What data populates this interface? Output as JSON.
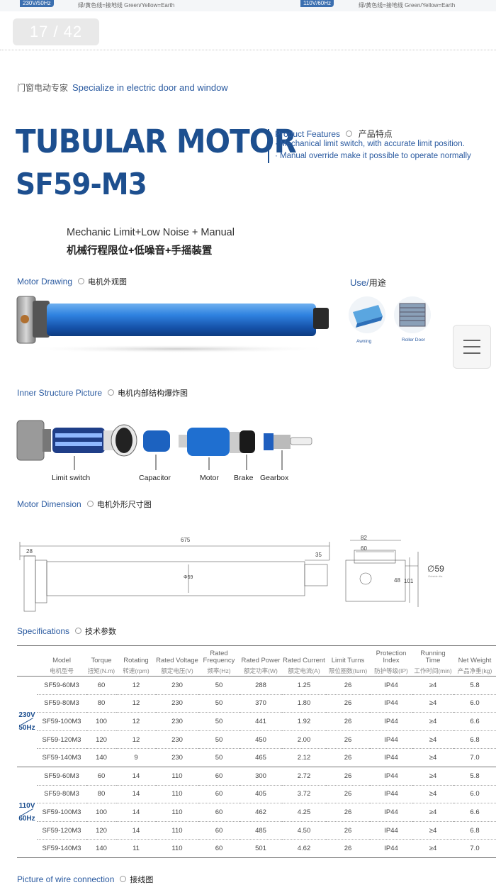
{
  "top": {
    "badge_left": "230V/50Hz",
    "note_left": "绿/黄色线=接地线 Green/Yellow=Earth",
    "badge_right": "110V/60Hz",
    "note_right": "绿/黄色线=接地线 Green/Yellow=Earth"
  },
  "viewer": {
    "page_counter": "17 / 42"
  },
  "header": {
    "slogan_zh": "门窗电动专家",
    "slogan_en": "Specialize in electric door and window"
  },
  "product": {
    "title": "TUBULAR MOTOR",
    "model": "SF59-M3",
    "features_heading_en": "Product Features",
    "features_heading_zh": "产品特点",
    "features": [
      "· Mechanical limit switch, with accurate limit position.",
      "· Manual override make it possible to operate normally"
    ],
    "subtitle_en": "Mechanic Limit+Low Noise + Manual",
    "subtitle_zh": "机械行程限位+低噪音+手摇装置"
  },
  "sections": {
    "drawing_en": "Motor Drawing",
    "drawing_zh": "电机外观图",
    "use_en": "Use/",
    "use_zh": "用途",
    "use_items": [
      "Awning",
      "Roller Door"
    ],
    "inner_en": "Inner Structure Picture",
    "inner_zh": "电机内部结构爆炸图",
    "parts": [
      "Limit switch",
      "Capacitor",
      "Motor",
      "Brake",
      "Gearbox"
    ],
    "dimension_en": "Motor Dimension",
    "dimension_zh": "电机外形尺寸图",
    "specs_en": "Specifications",
    "specs_zh": "技术参数",
    "wire_en": "Picture of wire connection",
    "wire_zh": "接线图"
  },
  "dimensions": {
    "d675": "675",
    "d28": "28",
    "d35": "35",
    "d59": "Φ59",
    "d82": "82",
    "d60": "60",
    "d48": "48",
    "d101": "101",
    "dia_label": "∅59",
    "dia_note": "Outside dia."
  },
  "table": {
    "headers": [
      {
        "en": "Model",
        "zh": "电机型号"
      },
      {
        "en": "Torque",
        "zh": "扭矩(N.m)"
      },
      {
        "en": "Rotating",
        "zh": "转速(rpm)"
      },
      {
        "en": "Rated Voltage",
        "zh": "额定电压(V)"
      },
      {
        "en": "Rated Frequency",
        "zh": "频率(Hz)"
      },
      {
        "en": "Rated Power",
        "zh": "额定功率(W)"
      },
      {
        "en": "Rated Current",
        "zh": "额定电流(A)"
      },
      {
        "en": "Limit Turns",
        "zh": "限位圈数(turn)"
      },
      {
        "en": "Protection Index",
        "zh": "防护等级(IP)"
      },
      {
        "en": "Running Time",
        "zh": "工作时间(min)"
      },
      {
        "en": "Net Weight",
        "zh": "产品净重(kg)"
      }
    ],
    "groups": [
      {
        "volt": "230V",
        "freq": "50Hz",
        "rows": [
          [
            "SF59-60M3",
            "60",
            "12",
            "230",
            "50",
            "288",
            "1.25",
            "26",
            "IP44",
            "≥4",
            "5.8"
          ],
          [
            "SF59-80M3",
            "80",
            "12",
            "230",
            "50",
            "370",
            "1.80",
            "26",
            "IP44",
            "≥4",
            "6.0"
          ],
          [
            "SF59-100M3",
            "100",
            "12",
            "230",
            "50",
            "441",
            "1.92",
            "26",
            "IP44",
            "≥4",
            "6.6"
          ],
          [
            "SF59-120M3",
            "120",
            "12",
            "230",
            "50",
            "450",
            "2.00",
            "26",
            "IP44",
            "≥4",
            "6.8"
          ],
          [
            "SF59-140M3",
            "140",
            "9",
            "230",
            "50",
            "465",
            "2.12",
            "26",
            "IP44",
            "≥4",
            "7.0"
          ]
        ]
      },
      {
        "volt": "110V",
        "freq": "60Hz",
        "rows": [
          [
            "SF59-60M3",
            "60",
            "14",
            "110",
            "60",
            "300",
            "2.72",
            "26",
            "IP44",
            "≥4",
            "5.8"
          ],
          [
            "SF59-80M3",
            "80",
            "14",
            "110",
            "60",
            "405",
            "3.72",
            "26",
            "IP44",
            "≥4",
            "6.0"
          ],
          [
            "SF59-100M3",
            "100",
            "14",
            "110",
            "60",
            "462",
            "4.25",
            "26",
            "IP44",
            "≥4",
            "6.6"
          ],
          [
            "SF59-120M3",
            "120",
            "14",
            "110",
            "60",
            "485",
            "4.50",
            "26",
            "IP44",
            "≥4",
            "6.8"
          ],
          [
            "SF59-140M3",
            "140",
            "11",
            "110",
            "60",
            "501",
            "4.62",
            "26",
            "IP44",
            "≥4",
            "7.0"
          ]
        ]
      }
    ]
  },
  "colors": {
    "brand_blue": "#1d4f8f",
    "accent_blue": "#2a5aa0",
    "motor_blue": "#1f6fd0"
  }
}
